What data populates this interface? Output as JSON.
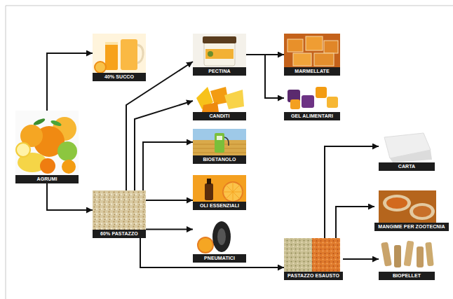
{
  "diagram": {
    "nodes": [
      {
        "text": [
          "AGRUMI"
        ]
      },
      {
        "text": [
          "40% SUCCO"
        ]
      },
      {
        "text": [
          "60% PASTAZZO"
        ]
      },
      {
        "text": [
          "PECTINA"
        ]
      },
      {
        "text": [
          "CANDITI"
        ]
      },
      {
        "text": [
          "BIOETANOLO"
        ]
      },
      {
        "text": [
          "OLI ESSENZIALI"
        ]
      },
      {
        "text": [
          "PNEUMATICI"
        ]
      },
      {
        "text": [
          "MARMELLATE"
        ]
      },
      {
        "text": [
          "GEL ALIMENTARI"
        ]
      },
      {
        "text": [
          "PASTAZZO ESAUSTO"
        ]
      },
      {
        "text": [
          "CARTA"
        ]
      },
      {
        "text": [
          "MANGIME PER ZOOTECNIA"
        ]
      },
      {
        "text": [
          "BIOPELLET"
        ]
      }
    ],
    "edges": [
      {
        "from": 0,
        "to": 1,
        "arrow": "to"
      },
      {
        "from": 0,
        "to": 2,
        "arrow": "to"
      },
      {
        "from": 2,
        "to": 3,
        "arrow": "to"
      },
      {
        "from": 2,
        "to": 4,
        "arrow": "to"
      },
      {
        "from": 2,
        "to": 5,
        "arrow": "to"
      },
      {
        "from": 2,
        "to": 6,
        "arrow": "to"
      },
      {
        "from": 2,
        "to": 7,
        "arrow": "to"
      },
      {
        "from": 2,
        "to": 10,
        "arrow": "to"
      },
      {
        "from": 3,
        "to": 8,
        "arrow": "to"
      },
      {
        "from": 3,
        "to": 9,
        "arrow": "to"
      },
      {
        "from": 10,
        "to": 11,
        "arrow": "to"
      },
      {
        "from": 10,
        "to": 12,
        "arrow": "to"
      },
      {
        "from": 10,
        "to": 13,
        "arrow": "to"
      }
    ]
  }
}
